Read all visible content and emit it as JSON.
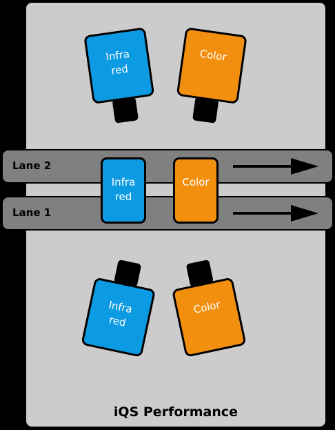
{
  "lanes": [
    {
      "label": "Lane 2"
    },
    {
      "label": "Lane 1"
    }
  ],
  "cameras": {
    "top_infrared": "Infra\nred",
    "top_color": "Color",
    "bottom_infrared": "Infra\nred",
    "bottom_color": "Color"
  },
  "lane_boxes": {
    "infrared": "Infra\nred",
    "color": "Color"
  },
  "footer": {
    "title": "iQS Performance"
  },
  "colors": {
    "infrared": "#0c9ae2",
    "color": "#f28f0f",
    "panel": "#cccccc",
    "lane": "#808080"
  },
  "icons": {
    "direction_arrow": "arrow-right-icon"
  }
}
